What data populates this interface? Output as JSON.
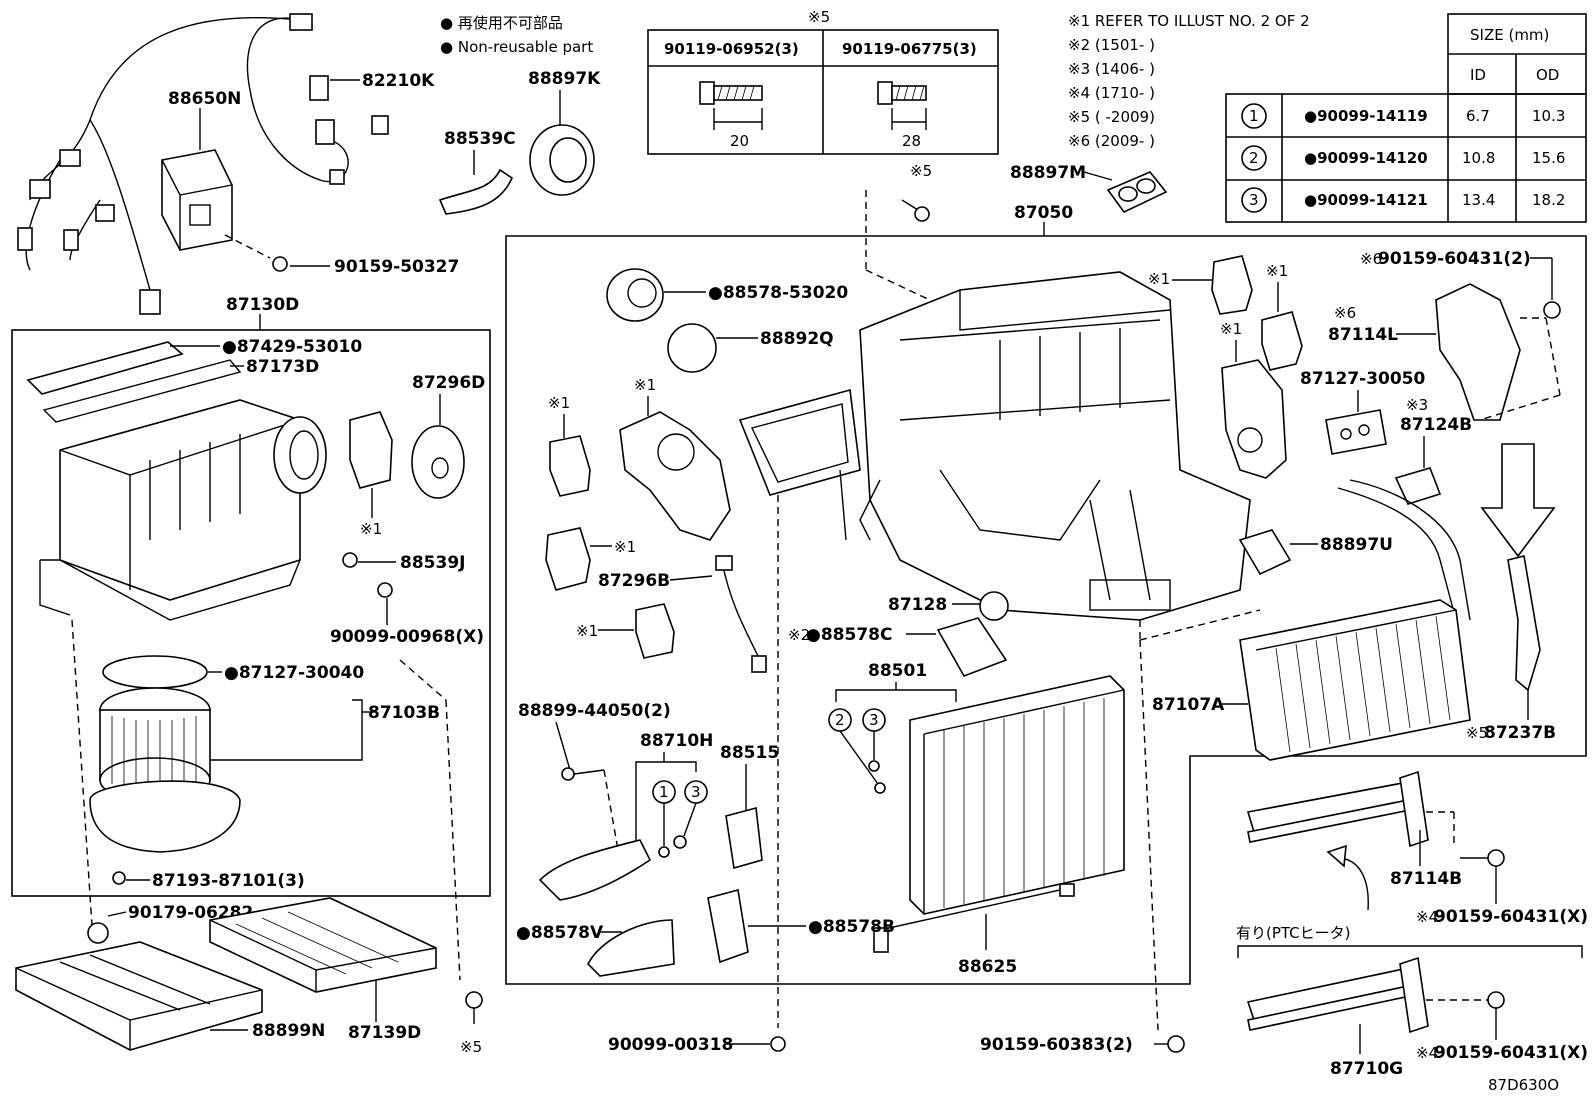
{
  "legend": {
    "dot_jp": "● 再使用不可部品",
    "dot_en": "● Non-reusable part"
  },
  "bolt_table": {
    "header_mark": "※5",
    "col1_part": "90119-06952(3)",
    "col2_part": "90119-06775(3)",
    "col1_len": "20",
    "col2_len": "28"
  },
  "notes": {
    "n1": "※1 REFER TO ILLUST NO. 2 OF 2",
    "n2": "※2 (1501-        )",
    "n3": "※3 (1406-        )",
    "n4": "※4 (1710-        )",
    "n5": "※5 (        -2009)",
    "n6": "※6 (2009-        )"
  },
  "size_table": {
    "title": "SIZE (mm)",
    "h_id": "ID",
    "h_od": "OD",
    "rows": [
      {
        "no": "1",
        "part": "●90099-14119",
        "id": "6.7",
        "od": "10.3"
      },
      {
        "no": "2",
        "part": "●90099-14120",
        "id": "10.8",
        "od": "15.6"
      },
      {
        "no": "3",
        "part": "●90099-14121",
        "id": "13.4",
        "od": "18.2"
      }
    ]
  },
  "labels": {
    "p88650N": "88650N",
    "p82210K": "82210K",
    "p90159_50327": "90159-50327",
    "p88539C": "88539C",
    "p88897K": "88897K",
    "p88897M": "88897M",
    "p87050": "87050",
    "p87130D": "87130D",
    "p87429": "●87429-53010",
    "p87173D": "87173D",
    "p87296D": "87296D",
    "p88539J": "88539J",
    "p90099_00968": "90099-00968(X)",
    "p87127_30040": "●87127-30040",
    "p87103B": "87103B",
    "p87193": "87193-87101(3)",
    "p90179": "90179-06282",
    "p88899N": "88899N",
    "p87139D": "87139D",
    "p88578_53020": "●88578-53020",
    "p88892Q": "88892Q",
    "p87296B": "87296B",
    "p88899_44050": "88899-44050(2)",
    "p88710H": "88710H",
    "p88515": "88515",
    "p88578V": "●88578V",
    "p88578B": "●88578B",
    "p90099_00318": "90099-00318",
    "p87128": "87128",
    "p88578C": "●88578C",
    "p88501": "88501",
    "p88625": "88625",
    "p90159_60383": "90159-60383(2)",
    "p90159_60431_top": "90159-60431(2)",
    "p87114L": "87114L",
    "p87127_30050": "87127-30050",
    "p87124B": "87124B",
    "p88897U": "88897U",
    "p87107A": "87107A",
    "p87237B": "87237B",
    "p87114B": "87114B",
    "p90159_60431_a": "90159-60431(X)",
    "ptc": "有り(PTCヒータ)",
    "p87710G": "87710G",
    "p90159_60431_b": "90159-60431(X)",
    "illust_code": "87D630O"
  },
  "marks": {
    "m1": "※1",
    "m2": "※2",
    "m3": "※3",
    "m4": "※4",
    "m5": "※5",
    "m6": "※6"
  },
  "callout_numbers": {
    "c1": "1",
    "c2": "2",
    "c3": "3"
  }
}
